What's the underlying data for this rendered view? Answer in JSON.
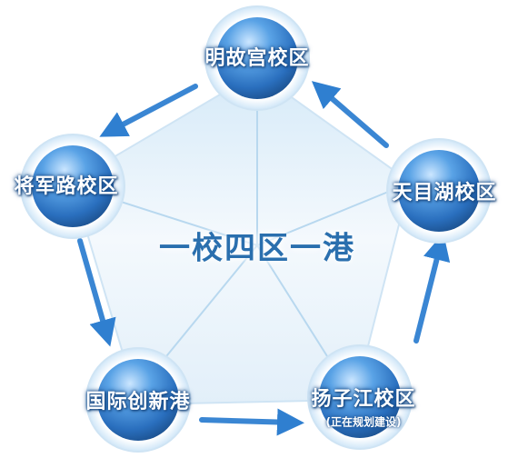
{
  "center_title": "一校四区一港",
  "nodes": [
    {
      "id": "mingguogong",
      "label": "明故宫校区"
    },
    {
      "id": "tianmuhu",
      "label": "天目湖校区"
    },
    {
      "id": "yangzijiang",
      "label": "扬子江校区",
      "note": "(正在规划建设)"
    },
    {
      "id": "gangji",
      "label": "国际创新港"
    },
    {
      "id": "jiangjunlu",
      "label": "将军路校区"
    }
  ],
  "colors": {
    "node_fill": "#2f78c8",
    "node_light": "#9fd0ff",
    "pentagon": "#e4f1fb",
    "arrow": "#3a86d3",
    "center_text": "#2a6fae"
  }
}
